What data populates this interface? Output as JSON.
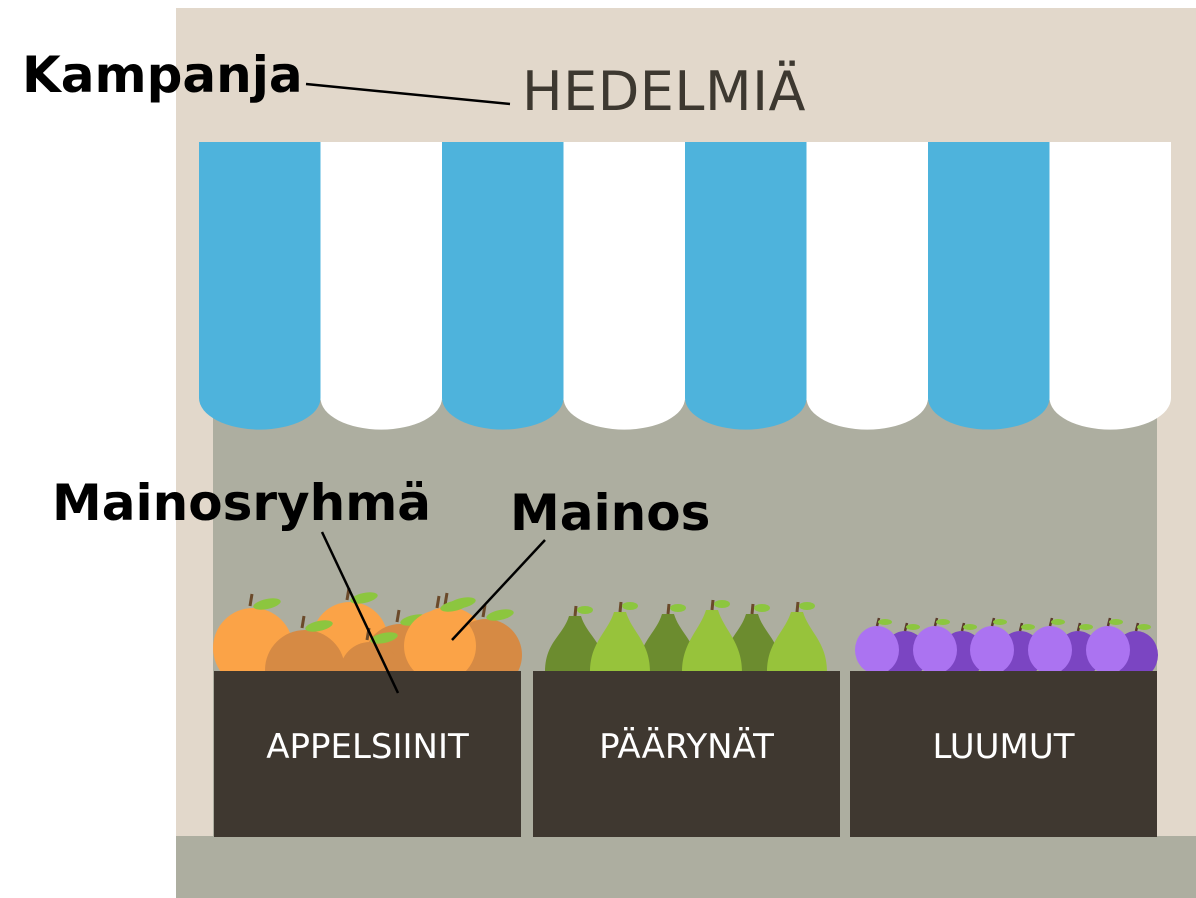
{
  "sign": {
    "title": "HEDELMIÄ"
  },
  "crates": [
    {
      "label": "APPELSIINIT",
      "fruit": "orange"
    },
    {
      "label": "PÄÄRYNÄT",
      "fruit": "pear"
    },
    {
      "label": "LUUMUT",
      "fruit": "plum"
    }
  ],
  "callouts": {
    "campaign": "Kampanja",
    "ad_group": "Mainosryhmä",
    "ad": "Mainos"
  },
  "colors": {
    "building": "#e2d8cb",
    "interior": "#adaea0",
    "sidewalk": "#adaea0",
    "awning_blue": "#4eb3dc",
    "awning_white": "#ffffff",
    "crate": "#3f3830",
    "sign_text": "#3d3830",
    "orange_light": "#fba347",
    "orange_dark": "#d68a44",
    "pear_light": "#97c33b",
    "pear_dark": "#6c8c2f",
    "plum_light": "#ab73f1",
    "plum_dark": "#7b45c2",
    "leaf": "#8cc63f"
  }
}
